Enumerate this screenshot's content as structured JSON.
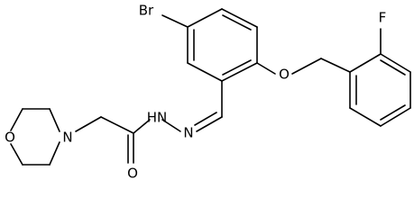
{
  "structure": {
    "atoms": {
      "br": "Br",
      "f": "F",
      "o_ether": "O",
      "n_morpholine": "N",
      "o_morpholine": "O",
      "o_carbonyl": "O",
      "nh": "HN",
      "n_hydrazone": "N"
    }
  },
  "colors": {
    "bond": "#000000",
    "label": "#000000",
    "background": "#ffffff"
  }
}
